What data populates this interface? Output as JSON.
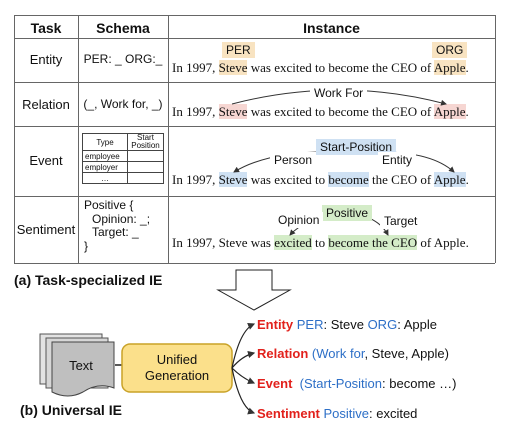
{
  "table": {
    "headers": {
      "task": "Task",
      "schema": "Schema",
      "instance": "Instance"
    },
    "rows": [
      {
        "task": "Entity",
        "schema": "PER: _ ORG:_"
      },
      {
        "task": "Relation",
        "schema": "(_, Work for, _)"
      },
      {
        "task": "Event",
        "schema_table": {
          "h1": "Type",
          "h2": "Start Position",
          "r1": "employee",
          "r2": "employer",
          "r3": "…"
        }
      },
      {
        "task": "Sentiment",
        "schema_lines": [
          "Positive {",
          "Opinion: _;",
          "Target: _",
          "}"
        ]
      }
    ],
    "sentence": {
      "p1": "In 1997, ",
      "steve": "Steve",
      "p2": " was excited to become the CEO of ",
      "apple": "Apple",
      "end": "."
    },
    "event_sentence": {
      "p1": "In 1997, ",
      "steve": "Steve",
      "p2": " was excited to ",
      "become": "become",
      "p3": " the CEO of ",
      "apple": "Apple",
      "end": "."
    },
    "sentiment_sentence": {
      "p1": "In 1997, Steve was ",
      "excited": "excited",
      "p2": " to ",
      "become": "become the CEO",
      "p3": " of ",
      "apple": "Apple",
      "end": "."
    },
    "labels": {
      "per": "PER",
      "org": "ORG",
      "work_for": "Work For",
      "start_position": "Start-Position",
      "person": "Person",
      "entity": "Entity",
      "positive": "Positive",
      "opinion": "Opinion",
      "target": "Target"
    }
  },
  "captions": {
    "a": "(a) Task-specialized IE",
    "b": "(b) Universal IE"
  },
  "universal": {
    "text_box": "Text",
    "gen_line1": "Unified",
    "gen_line2": "Generation",
    "outputs": [
      {
        "task": "Entity",
        "parts": [
          [
            "PER",
            "blue"
          ],
          [
            ": Steve ",
            "blk"
          ],
          [
            "ORG",
            "blue"
          ],
          [
            ": Apple",
            "blk"
          ]
        ]
      },
      {
        "task": "Relation",
        "parts": [
          [
            "(",
            "blue"
          ],
          [
            "Work for",
            "blue"
          ],
          [
            ", Steve, Apple)",
            "blk"
          ]
        ]
      },
      {
        "task": "Event",
        "parts": [
          [
            "(",
            "blue"
          ],
          [
            "Start-Position",
            "blue"
          ],
          [
            ": become …)",
            "blk"
          ]
        ]
      },
      {
        "task": "Sentiment",
        "parts": [
          [
            "Positive",
            "blue"
          ],
          [
            ": excited",
            "blk"
          ]
        ]
      }
    ]
  },
  "colors": {
    "red": "#e2211c",
    "blue": "#2d6fc7",
    "gen_fill": "#fbe08b",
    "gen_stroke": "#c9a227"
  }
}
